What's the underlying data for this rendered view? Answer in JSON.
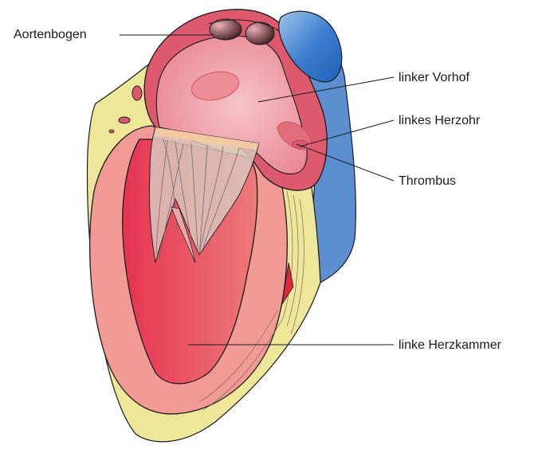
{
  "labels": {
    "aortic_arch": "Aortenbogen",
    "left_atrium": "linker Vorhof",
    "left_atrial_appendage": "linkes Herzohr",
    "thrombus": "Thrombus",
    "left_ventricle": "linke Herzkammer"
  },
  "colors": {
    "fat": "#eee79a",
    "myocardium": "#f29a96",
    "ventricle_cavity": "#e8435a",
    "atrium_wall": "#dd5a6e",
    "atrium_inner": "#f2aab2",
    "right_heart": "#5b8fd0",
    "valve": "#d9c6bc",
    "leader_line": "#1a1a1a"
  }
}
